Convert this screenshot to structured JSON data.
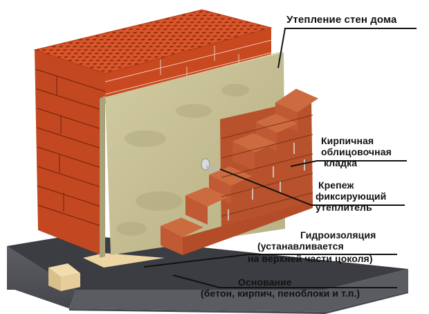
{
  "diagram": {
    "title": "Утепление стен дома",
    "labels": {
      "wall_insulation": "Утепление стен дома",
      "facing_brick": [
        "Кирпичная",
        "облицовочная",
        "кладка"
      ],
      "fastener": [
        "Крепеж",
        "фиксирующий",
        "утеплитель"
      ],
      "waterproofing": [
        "Гидроизоляция",
        "(устанавливается",
        "на верхней части цоколя)"
      ],
      "foundation": [
        "Основание",
        "(бетон, кирпич, пеноблоки и т.п.)"
      ]
    },
    "components": [
      "inner-load-bearing-brick-wall",
      "mineral-wool-insulation-slab",
      "facing-brick-masonry",
      "insulation-fastener-dowel",
      "waterproofing-layer",
      "foundation-plinth"
    ],
    "colors": {
      "brick": "#c8461e",
      "brick_dark": "#9e3415",
      "brick_top": "#d9552a",
      "facing_brick": "#c0552e",
      "insulation": "#cbc49a",
      "insulation_dark": "#b3ab80",
      "foundation_top": "#3f4045",
      "foundation_side": "#55575d",
      "waterproofing_strip": "#ecd3a0",
      "leader_line": "#111111",
      "background": "#ffffff"
    }
  }
}
